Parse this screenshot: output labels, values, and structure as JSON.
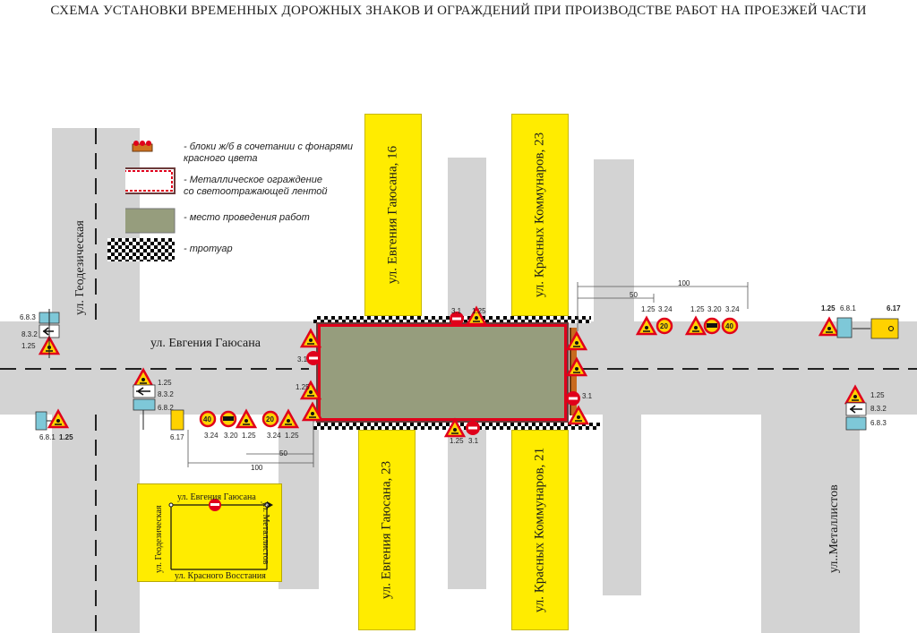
{
  "title": "СХЕМА УСТАНОВКИ ВРЕМЕННЫХ ДОРОЖНЫХ ЗНАКОВ И ОГРАЖДЕНИЙ ПРИ ПРОИЗВОДСТВЕ РАБОТ НА ПРОЕЗЖЕЙ ЧАСТИ",
  "legend": {
    "blocks_line1": "- блоки ж/б в сочетании с фонарями",
    "blocks_line2": "красного цвета",
    "fence_line1": "- Металлическое ограждение",
    "fence_line2": "со светоотражающей лентой",
    "work_area": "- место проведения работ",
    "sidewalk": "- тротуар"
  },
  "streets": {
    "main": "ул. Евгения Гаюсана",
    "geodez": "ул. Геодезическая",
    "metall": "ул..Металлистов"
  },
  "buildings": {
    "b16": "ул. Евгения Гаюсана, 16",
    "b23": "ул. Евгения Гаюсана, 23",
    "k23": "ул. Красных Коммунаров, 23",
    "k21": "ул. Красных Коммунаров, 21"
  },
  "dims": {
    "d100a": "100",
    "d50a": "50",
    "d100b": "100",
    "d50b": "50"
  },
  "sign_codes": {
    "c125": "1.25",
    "c832": "8.3.2",
    "c682": "6.8.2",
    "c681": "6.8.1",
    "c683": "6.8.3",
    "c617": "6.17",
    "c324": "3.24",
    "c320": "3.20",
    "c31": "3.1"
  },
  "sign_values": {
    "v40": "40",
    "v20": "20"
  },
  "inset": {
    "top": "ул. Евгения Гаюсана",
    "left": "ул. Геодезическая",
    "right": "ул. Металлистов",
    "bottom": "ул. Красного Восстания"
  },
  "colors": {
    "road": "#d3d3d3",
    "building": "#ffec00",
    "work": "#969d7d",
    "sign_red": "#e0001b",
    "sign_yellow": "#ffd200"
  }
}
